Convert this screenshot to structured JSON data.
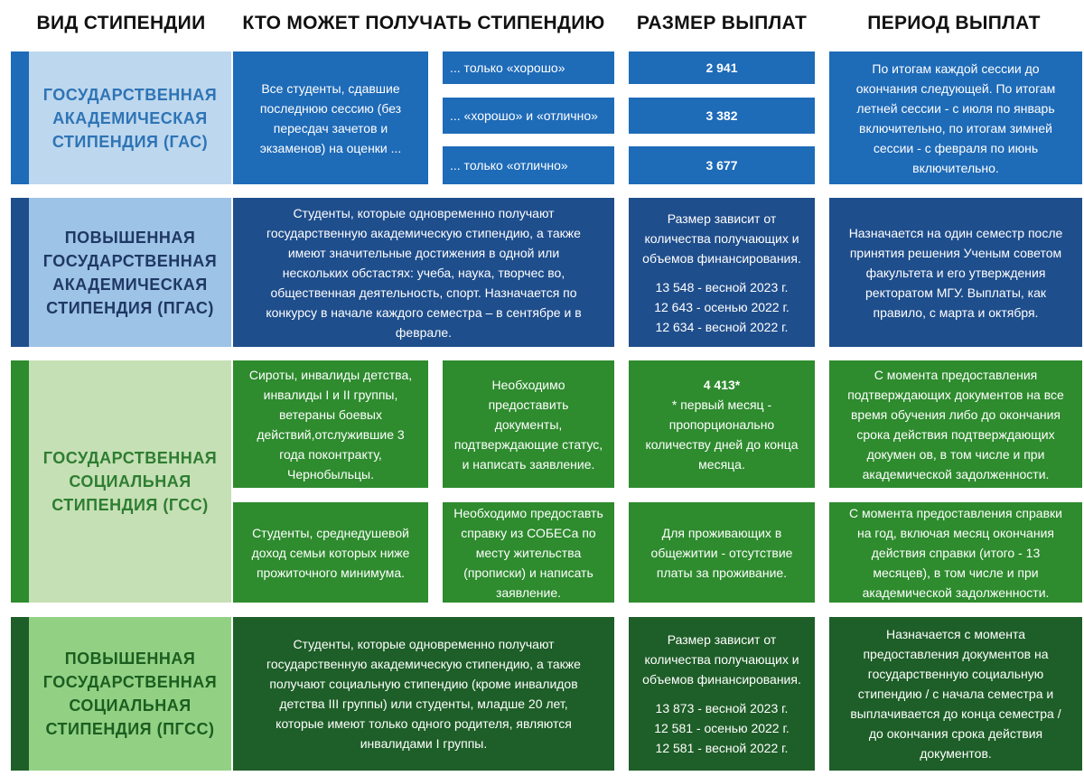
{
  "headers": {
    "type": "ВИД СТИПЕНДИИ",
    "who": "КТО МОЖЕТ ПОЛУЧАТЬ СТИПЕНДИЮ",
    "amount": "РАЗМЕР ВЫПЛАТ",
    "period": "ПЕРИОД ВЫПЛАТ"
  },
  "colors": {
    "gas_dark": "#1e6bb8",
    "gas_light": "#bdd7ee",
    "gas_label": "#2e74b5",
    "pgas_dark": "#1f4e8c",
    "pgas_light": "#9dc3e6",
    "pgas_label": "#1f3864",
    "gss_dark": "#2e8b2e",
    "gss_light": "#c5e0b4",
    "gss_label": "#2e7d32",
    "pgss_dark": "#1e5e28",
    "pgss_light": "#92d184",
    "pgss_label": "#1b5e20"
  },
  "gas": {
    "label": [
      "ГОСУДАРСТВЕННАЯ",
      "АКАДЕМИЧЕСКАЯ",
      "СТИПЕНДИЯ (ГАС)"
    ],
    "who": [
      "Все студенты, сдавшие",
      "последнюю сессию (без",
      "пересдач зачетов и",
      "экзаменов) на оценки ..."
    ],
    "options": [
      {
        "grade": "... только «хорошо»",
        "amount": "2 941"
      },
      {
        "grade": "... «хорошо» и «отлично»",
        "amount": "3 382"
      },
      {
        "grade": "... только «отлично»",
        "amount": "3 677"
      }
    ],
    "period": [
      "По итогам каждой сессии до",
      "окончания следующей. По итогам",
      "летней сессии - с июля по январь",
      "включительно, по итогам зимней",
      "сессии - с февраля по июнь",
      "включительно."
    ]
  },
  "pgas": {
    "label": [
      "ПОВЫШЕННАЯ",
      "ГОСУДАРСТВЕННАЯ",
      "АКАДЕМИЧЕСКАЯ",
      "СТИПЕНДИЯ (ПГАС)"
    ],
    "who": [
      "Студенты, которые одновременно получают",
      "государственную академическую стипендию, а также",
      "имеют значительные достижения в одной или",
      "нескольких обстастях: учеба, наука, творчес во,",
      "общественная деятельность, спорт. Назначается по",
      "конкурсу в начале каждого семестра – в сентябре и в",
      "феврале."
    ],
    "amount_note": [
      "Размер зависит от",
      "количества получающих и",
      "объемов финансирования."
    ],
    "amount_values": [
      "13 548 - весной 2023 г.",
      "12 643 - осенью 2022 г.",
      "12 634 - весной 2022 г."
    ],
    "period": [
      "Назначается на один семестр после",
      "принятия решения Ученым советом",
      "факультета и его утверждения",
      "ректоратом МГУ. Выплаты, как",
      "правило, с марта и октября."
    ]
  },
  "gss": {
    "label": [
      "ГОСУДАРСТВЕННАЯ",
      "СОЦИАЛЬНАЯ",
      "СТИПЕНДИЯ (ГСС)"
    ],
    "row1": {
      "who": [
        "Сироты, инвалиды детства,",
        "инвалиды I и II группы,",
        "ветераны боевых",
        "действий,отслужившие 3",
        "года поконтракту,",
        "Чернобыльцы."
      ],
      "docs": [
        "Необходимо",
        "предоставить",
        "документы,",
        "подтверждающие статус,",
        "и написать заявление."
      ],
      "amount_value": "4 413*",
      "amount_note": [
        "* первый месяц -",
        "пропорционально",
        "количеству дней до конца",
        "месяца."
      ],
      "period": [
        "С момента предоставления",
        "подтверждающих документов на все",
        "время обучения либо до окончания",
        "срока действия подтверждающих",
        "докумен ов, в том числе и при",
        "академической задолженности."
      ]
    },
    "row2": {
      "who": [
        "Студенты, среднедушевой",
        "доход семьи которых ниже",
        "прожиточного минимума."
      ],
      "docs": [
        "Необходимо предоставть",
        "справку из СОБЕСа по",
        "месту жительства",
        "(прописки) и написать",
        "заявление."
      ],
      "amount_note": [
        "Для проживающих в",
        "общежитии - отсутствие",
        "платы за проживание."
      ],
      "period": [
        "С момента предоставления справки",
        "на год, включая месяц окончания",
        "действия справки (итого - 13",
        "месяцев), в том числе и при",
        "академической задолженности."
      ]
    }
  },
  "pgss": {
    "label": [
      "ПОВЫШЕННАЯ",
      "ГОСУДАРСТВЕННАЯ",
      "СОЦИАЛЬНАЯ",
      "СТИПЕНДИЯ (ПГСС)"
    ],
    "who": [
      "Студенты, которые одновременно получают",
      "государственную академическую стипендию, а также",
      "получают социальную стипендию (кроме инвалидов",
      "детства III группы) или студенты, младше 20 лет,",
      "которые имеют только одного родителя, являются",
      "инвалидами I группы."
    ],
    "amount_note": [
      "Размер зависит от",
      "количества получающих и",
      "объемов финансирования."
    ],
    "amount_values": [
      "13 873 - весной 2023 г.",
      "12 581 - осенью 2022 г.",
      "12 581 - весной 2022 г."
    ],
    "period": [
      "Назначается с момента",
      "предоставления документов на",
      "государственную социальную",
      "стипендию / с начала семестра и",
      "выплачивается до конца семестра /",
      "до окончания срока действия",
      "документов."
    ]
  }
}
